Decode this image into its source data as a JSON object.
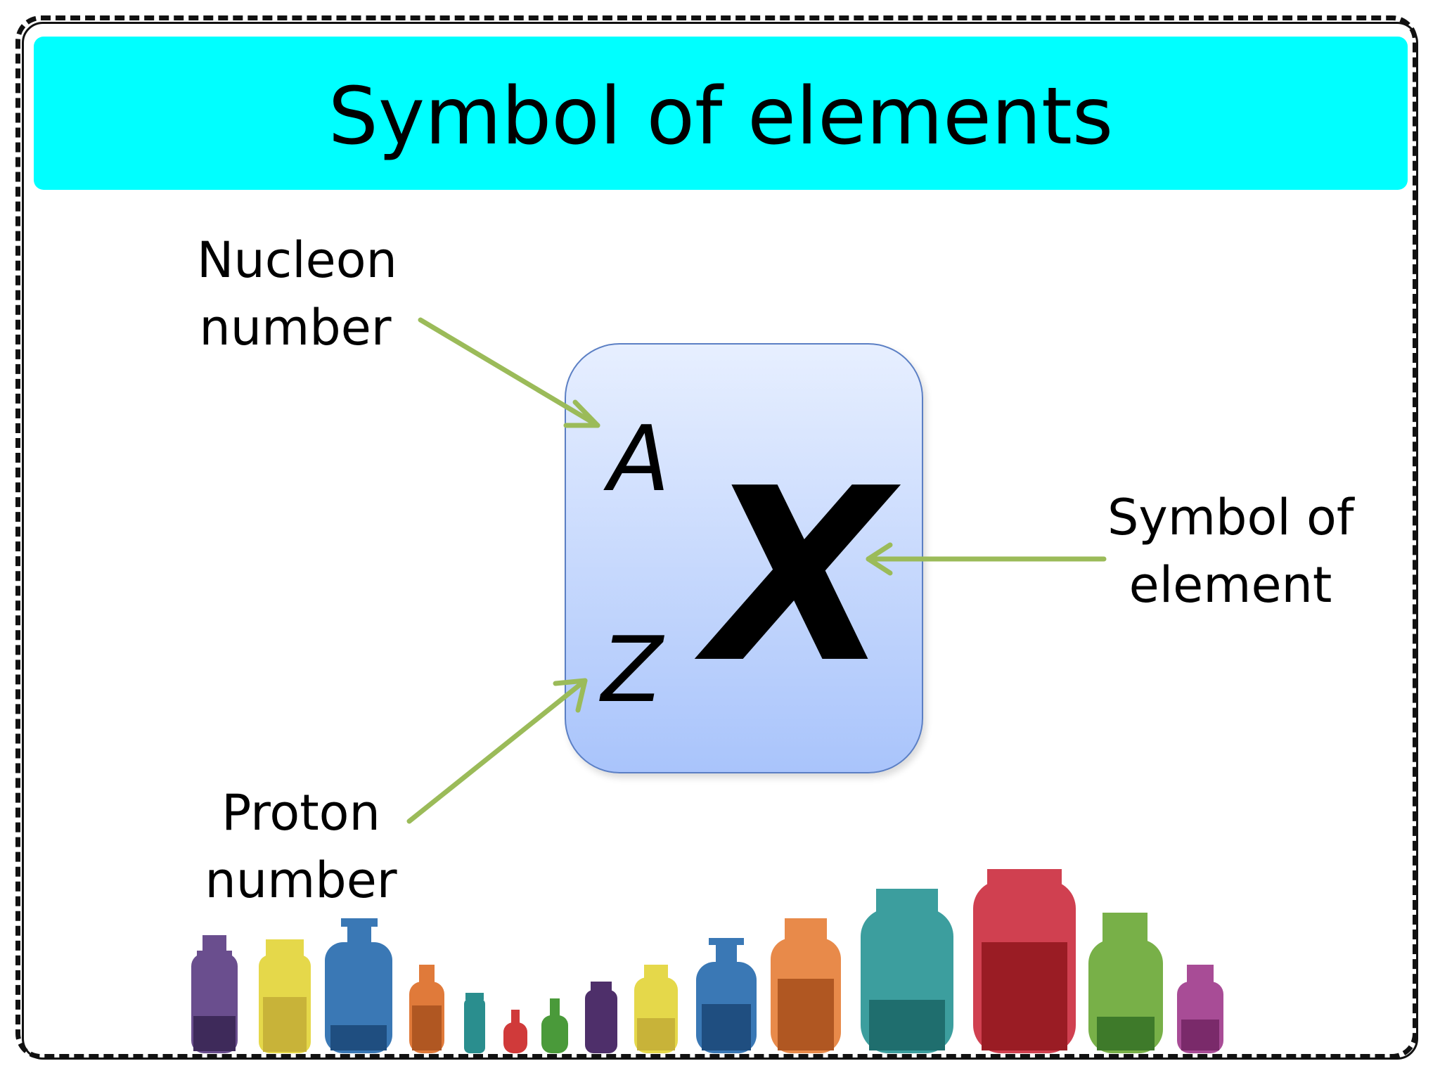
{
  "title": "Symbol of elements",
  "labels": {
    "nucleon": [
      "Nucleon",
      "number"
    ],
    "proton": [
      "Proton",
      "number"
    ],
    "element": [
      "Symbol of",
      "element"
    ]
  },
  "symbols": {
    "nucleon_symbol": "A",
    "proton_symbol": "Z",
    "element_symbol": "X"
  },
  "colors": {
    "title_bar": "#00ffff",
    "arrow": "#9bbb59",
    "box_top": "#e7efff",
    "box_bottom": "#a9c4fb"
  }
}
